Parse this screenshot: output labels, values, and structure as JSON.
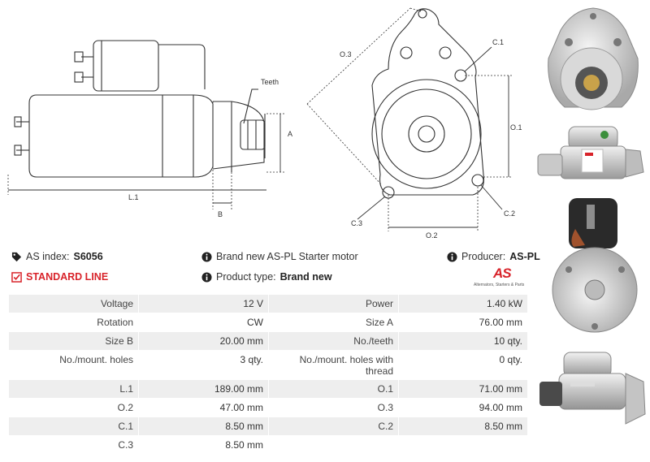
{
  "drawing_labels": {
    "teeth": "Teeth",
    "a": "A",
    "b": "B",
    "l1": "L.1",
    "o3": "O.3",
    "c1": "C.1",
    "o1": "O.1",
    "c3": "C.3",
    "c2": "C.2",
    "o2": "O.2"
  },
  "info": {
    "as_index_label": "AS index:",
    "as_index_value": "S6056",
    "standard_line": "STANDARD LINE",
    "description": "Brand new AS-PL Starter motor",
    "product_type_label": "Product type:",
    "product_type_value": "Brand new",
    "producer_label": "Producer:",
    "producer_value": "AS-PL",
    "logo_text": "AS",
    "logo_sub": "Alternators, Starters & Parts"
  },
  "specs": [
    {
      "l1": "Voltage",
      "v1": "12 V",
      "l2": "Power",
      "v2": "1.40 kW"
    },
    {
      "l1": "Rotation",
      "v1": "CW",
      "l2": "Size A",
      "v2": "76.00 mm"
    },
    {
      "l1": "Size B",
      "v1": "20.00 mm",
      "l2": "No./teeth",
      "v2": "10 qty."
    },
    {
      "l1": "No./mount. holes",
      "v1": "3 qty.",
      "l2": "No./mount. holes with thread",
      "v2": "0 qty."
    },
    {
      "l1": "L.1",
      "v1": "189.00 mm",
      "l2": "O.1",
      "v2": "71.00 mm"
    },
    {
      "l1": "O.2",
      "v1": "47.00 mm",
      "l2": "O.3",
      "v2": "94.00 mm"
    },
    {
      "l1": "C.1",
      "v1": "8.50 mm",
      "l2": "C.2",
      "v2": "8.50 mm"
    },
    {
      "l1": "C.3",
      "v1": "8.50 mm",
      "l2": "",
      "v2": ""
    }
  ],
  "colors": {
    "accent_red": "#d8232a",
    "row_gray": "#eeeeee",
    "line": "#333333"
  }
}
